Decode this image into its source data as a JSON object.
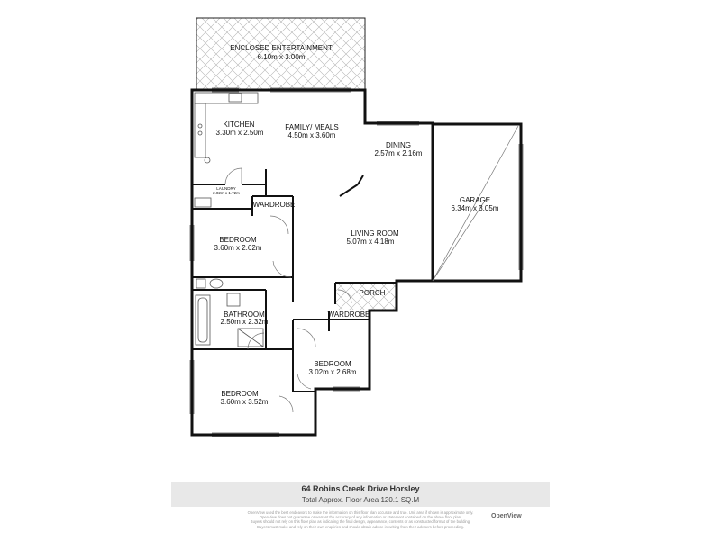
{
  "rooms": {
    "enclosed_entertainment": {
      "name": "ENCLOSED ENTERTAINMENT",
      "size": "6.10m x 3.00m"
    },
    "kitchen": {
      "name": "KITCHEN",
      "size": "3.30m x 2.50m"
    },
    "family_meals": {
      "name": "FAMILY/ MEALS",
      "size": "4.50m x 3.60m"
    },
    "dining": {
      "name": "DINING",
      "size": "2.57m x 2.16m"
    },
    "garage": {
      "name": "GARAGE",
      "size": "6.34m x 3.05m"
    },
    "laundry": {
      "name": "LAUNDRY",
      "size": "2.02m x 1.72m"
    },
    "wardrobe_1": {
      "name": "WARDROBE"
    },
    "bedroom_1": {
      "name": "BEDROOM",
      "size": "3.60m x 2.62m"
    },
    "living_room": {
      "name": "LIVING ROOM",
      "size": "5.07m x 4.18m"
    },
    "porch": {
      "name": "PORCH"
    },
    "bathroom": {
      "name": "BATHROOM",
      "size": "2.50m x 2.32m"
    },
    "wardrobe_2": {
      "name": "WARDROBE"
    },
    "bedroom_2": {
      "name": "BEDROOM",
      "size": "3.02m x 2.68m"
    },
    "bedroom_3": {
      "name": "BEDROOM",
      "size": "3.60m x 3.52m"
    }
  },
  "footer": {
    "address": "64 Robins Creek Drive Horsley",
    "area": "Total Approx. Floor Area 120.1 SQ.M"
  },
  "disclaimer": [
    "OpenView used the best endeavors to make the information on this floor plan accurate and true. Unit area if shown is approximate only.",
    "OpenView does not guarantee or warrant the accuracy of any information or statement contained on the above floor plan.",
    "Buyers should not rely on this floor plan as indicating the final design, appearance, contents or as constructed format of the building.",
    "Buyers must make and rely on their own enquiries and should obtain advice in writing from their advisers before proceeding."
  ],
  "logo": "OpenView",
  "colors": {
    "wall": "#111111",
    "hatch": "#b5b5b5",
    "footer_bg": "#e8e8e8"
  }
}
